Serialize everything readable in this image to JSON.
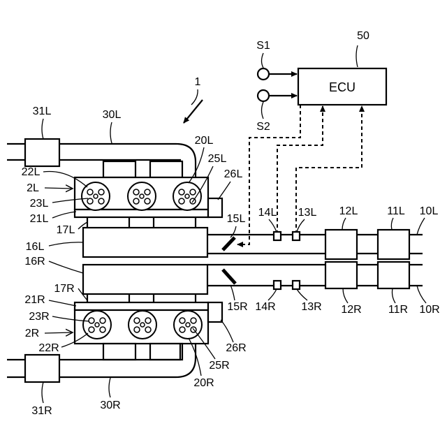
{
  "labels": {
    "system": "1",
    "ecu_ref": "50",
    "ecu": "ECU",
    "s1": "S1",
    "s2": "S2",
    "l31": "31L",
    "l30": "30L",
    "l20": "20L",
    "l25": "25L",
    "l26": "26L",
    "l22": "22L",
    "l2": "2L",
    "l23": "23L",
    "l21": "21L",
    "l17": "17L",
    "l16": "16L",
    "l15": "15L",
    "l14": "14L",
    "l13": "13L",
    "l12": "12L",
    "l11": "11L",
    "l10": "10L",
    "r16": "16R",
    "r17": "17R",
    "r15": "15R",
    "r14": "14R",
    "r13": "13R",
    "r12": "12R",
    "r11": "11R",
    "r10": "10R",
    "r21": "21R",
    "r23": "23R",
    "r2": "2R",
    "r22": "22R",
    "r26": "26R",
    "r25": "25R",
    "r20": "20R",
    "r31": "31R",
    "r30": "30R"
  }
}
